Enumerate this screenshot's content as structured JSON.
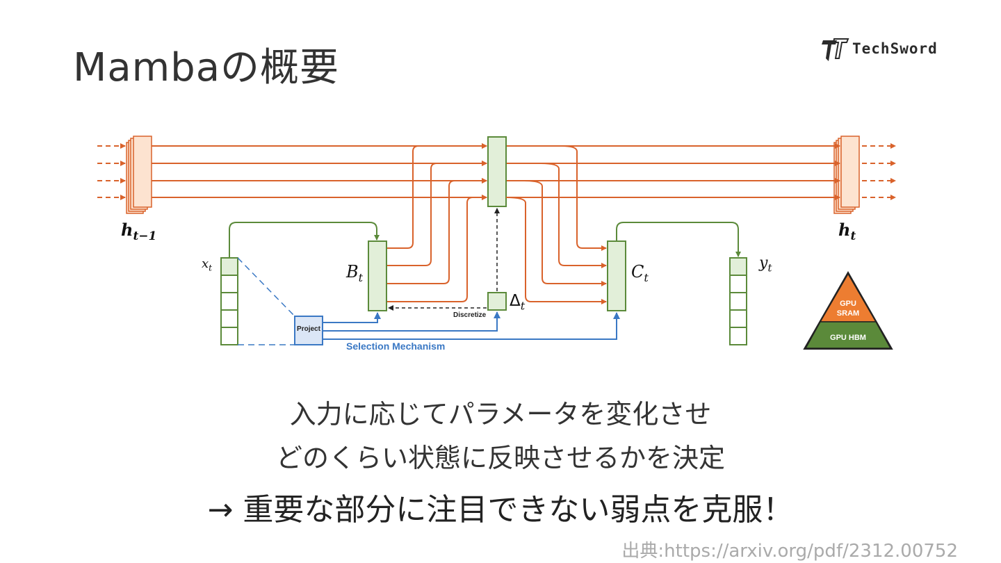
{
  "title": "Mambaの概要",
  "logo": {
    "text": "TechSword"
  },
  "diagram": {
    "h_prev": "h",
    "h_prev_sub": "t−1",
    "h_next": "h",
    "h_next_sub": "t",
    "x_label": "x",
    "x_sub": "t",
    "b_label": "B",
    "b_sub": "t",
    "c_label": "C",
    "c_sub": "t",
    "y_label": "y",
    "y_sub": "t",
    "delta_label": "Δ",
    "delta_sub": "t",
    "discretize": "Discretize",
    "project": "Project",
    "selection": "Selection Mechanism",
    "pyramid_top_1": "GPU",
    "pyramid_top_2": "SRAM",
    "pyramid_bottom": "GPU HBM",
    "colors": {
      "orange": "#d9622b",
      "green": "#5b8a3a",
      "blue": "#3a78c4",
      "orange_fill": "#fde3d0",
      "green_fill": "#e2efd9"
    }
  },
  "body": {
    "line1": "入力に応じてパラメータを変化させ",
    "line2": "どのくらい状態に反映させるかを決定",
    "line3": "→ 重要な部分に注目できない弱点を克服！"
  },
  "source": "出典:https://arxiv.org/pdf/2312.00752"
}
